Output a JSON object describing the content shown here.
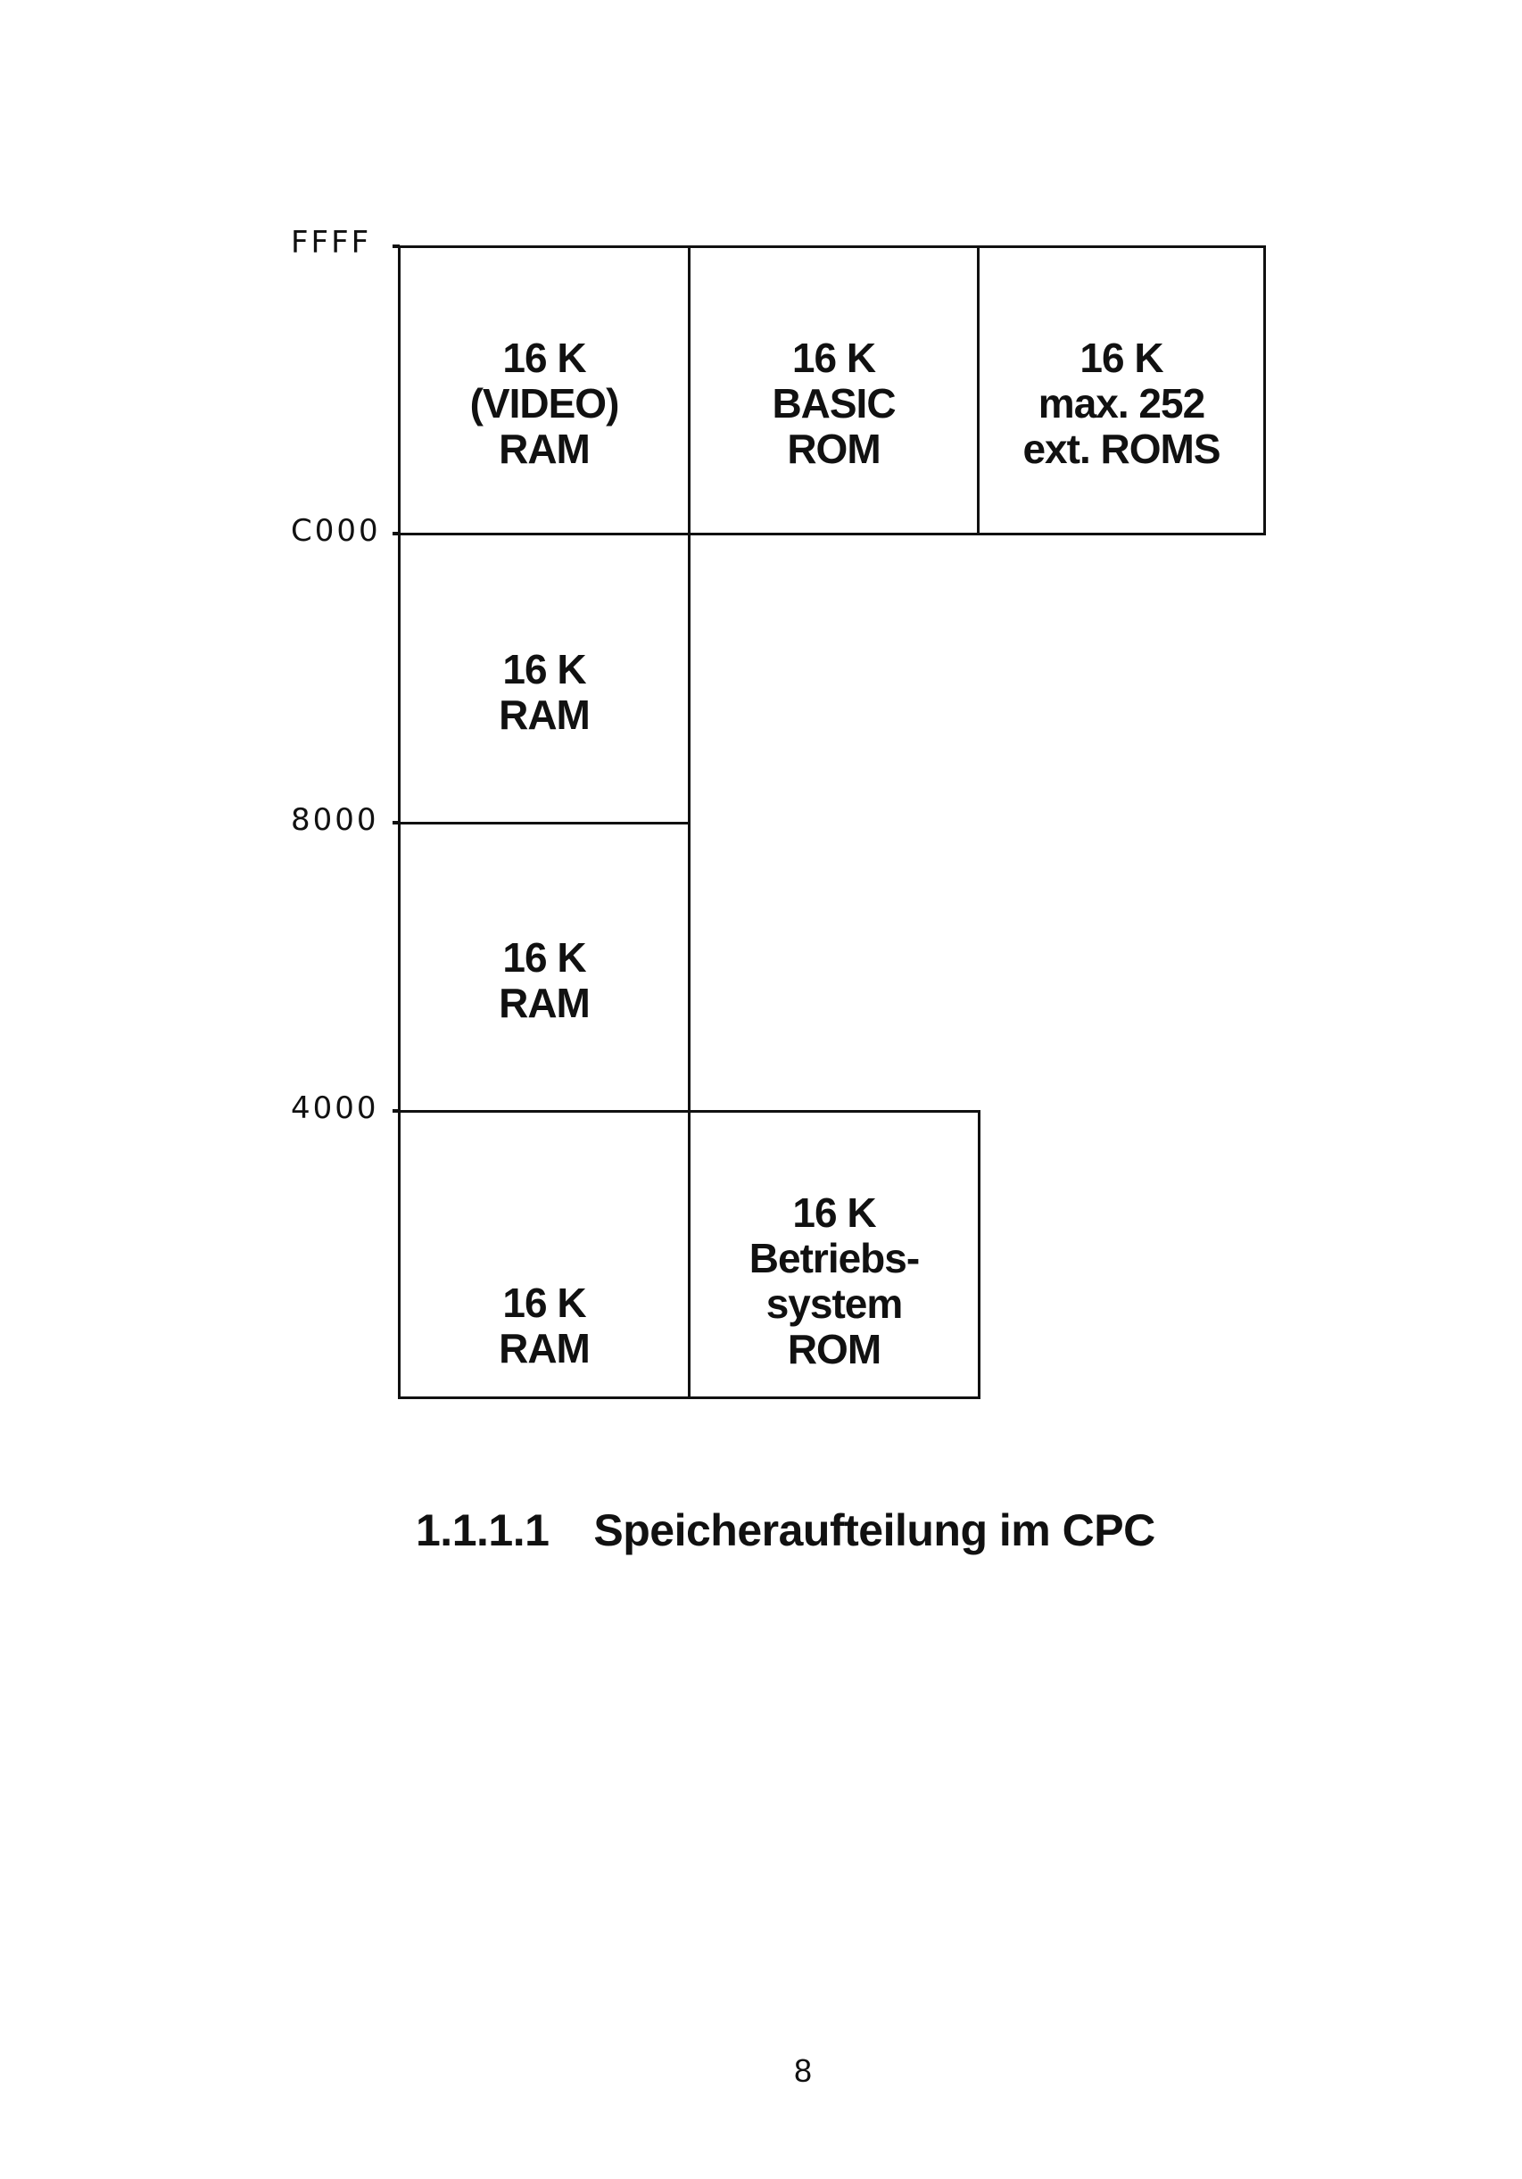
{
  "diagram": {
    "addresses": [
      "FFFF",
      "C000",
      "8000",
      "4000"
    ],
    "cells": {
      "video_ram": "16 K\n(VIDEO)\nRAM",
      "basic_rom": "16 K\nBASIC\nROM",
      "ext_roms": "16 K\nmax. 252\next. ROMS",
      "ram_8000": "16 K\nRAM",
      "ram_4000": "16 K\nRAM",
      "ram_0000": "16 K\nRAM",
      "os_rom": "16 K\nBetriebs-\nsystem\nROM"
    }
  },
  "caption": {
    "number": "1.1.1.1",
    "title": "Speicheraufteilung im CPC"
  },
  "page_number": "8"
}
